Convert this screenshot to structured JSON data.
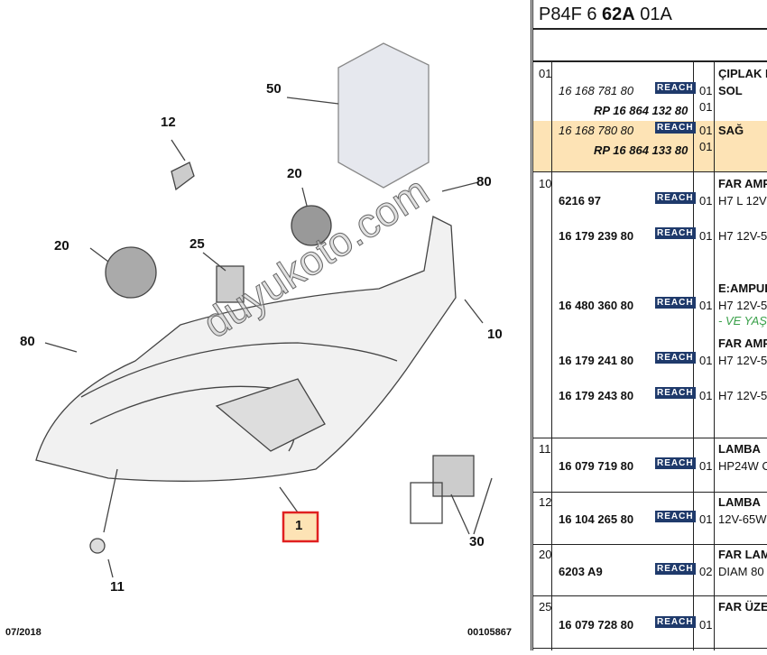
{
  "diagram": {
    "callouts": [
      "50",
      "12",
      "20",
      "20",
      "25",
      "80",
      "80",
      "10",
      "80",
      "1",
      "11",
      "30"
    ],
    "date": "07/2018",
    "code": "00105867",
    "watermark": "duyukoto.com"
  },
  "table": {
    "title_prefix": "P84F 6 ",
    "title_bold": "62A",
    "title_suffix": " 01A",
    "reach": "REACH",
    "rows": [
      {
        "grp": "01",
        "desc": "ÇIPLAK F",
        "items": [
          {
            "ref": "16 168 781 80",
            "qty": "01",
            "text": "SOL"
          },
          {
            "ref": "RP 16 864 132 80",
            "qty": "01"
          },
          {
            "ref": "16 168 780 80",
            "qty": "01",
            "text": "SAĞ"
          },
          {
            "ref": "RP 16 864 133 80",
            "qty": "01"
          }
        ]
      },
      {
        "grp": "10",
        "items": [
          {
            "ref": "6216 97",
            "qty": "01",
            "head": "FAR AMP",
            "text": "H7 L 12V"
          },
          {
            "ref": "16 179 239 80",
            "qty": "01",
            "text": "H7 12V-5"
          },
          {
            "ref": "16 480 360 80",
            "qty": "01",
            "head": "E:AMPUL",
            "text": "H7 12V-5",
            "note": "- VE YAŞ"
          },
          {
            "ref": "16 179 241 80",
            "qty": "01",
            "head": "FAR AMP",
            "text": "H7 12V-5"
          },
          {
            "ref": "16 179 243 80",
            "qty": "01",
            "text": "H7 12V-5"
          }
        ]
      },
      {
        "grp": "11",
        "ref": "16 079 719 80",
        "qty": "01",
        "head": "LAMBA",
        "text": "HP24W C"
      },
      {
        "grp": "12",
        "ref": "16 104 265 80",
        "qty": "01",
        "head": "LAMBA",
        "text": "12V-65W"
      },
      {
        "grp": "20",
        "ref": "6203 A9",
        "qty": "02",
        "head": "FAR LAM",
        "text": "DIAM 80"
      },
      {
        "grp": "25",
        "ref": "16 079 728 80",
        "qty": "01",
        "head": "FAR ÜZE"
      }
    ]
  }
}
